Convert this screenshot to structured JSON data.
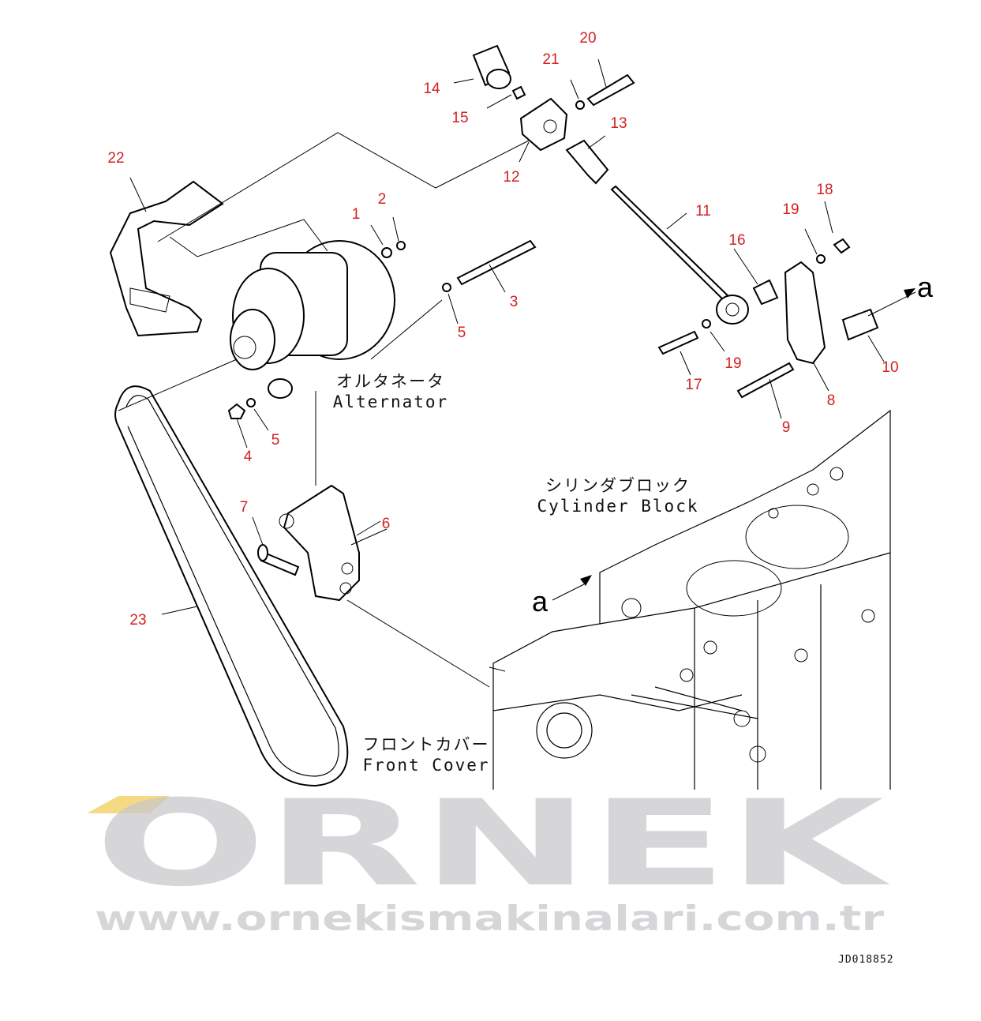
{
  "watermark": {
    "brand": "ORNEK",
    "url": "www.ornekismakinalari.com.tr",
    "accent_color": "#f0c030"
  },
  "labels": {
    "alternator_jp": "オルタネータ",
    "alternator_en": "Alternator",
    "cylinder_block_jp": "シリンダブロック",
    "cylinder_block_en": "Cylinder Block",
    "front_cover_jp": "フロントカバー",
    "front_cover_en": "Front Cover",
    "view_a_1": "a",
    "view_a_2": "a"
  },
  "callouts": [
    "1",
    "2",
    "3",
    "4",
    "5",
    "5",
    "6",
    "7",
    "8",
    "9",
    "10",
    "11",
    "12",
    "13",
    "14",
    "15",
    "16",
    "17",
    "18",
    "19",
    "19",
    "20",
    "21",
    "22",
    "23"
  ],
  "drawing_code": "JD018852",
  "callout_color": "#d42020"
}
